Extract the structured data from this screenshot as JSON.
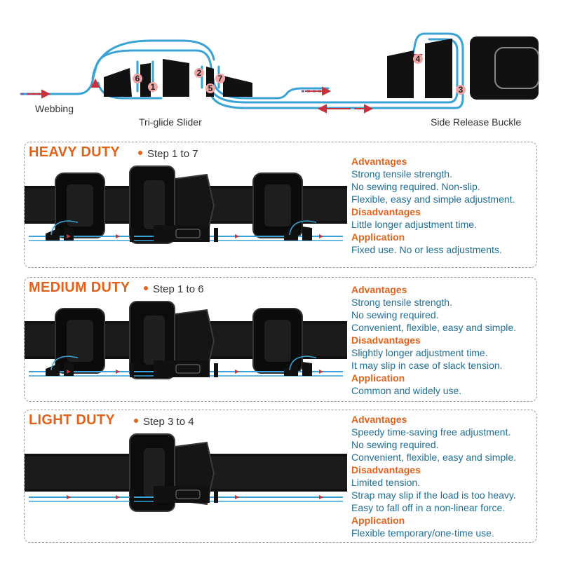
{
  "colors": {
    "accent": "#e2621c",
    "text_blue": "#1f6f96",
    "strap_blue": "#3aa3d6",
    "arrow_red": "#c8323c",
    "black": "#111111"
  },
  "diagram": {
    "labels": {
      "webbing": "Webbing",
      "slider": "Tri-glide Slider",
      "buckle": "Side Release Buckle"
    },
    "steps": [
      "1",
      "2",
      "3",
      "4",
      "5",
      "6",
      "7"
    ]
  },
  "panels": [
    {
      "title": "HEAVY DUTY",
      "step": "Step 1 to 7",
      "advantages_heading": "Advantages",
      "advantages": [
        "Strong tensile strength.",
        "No sewing required. Non-slip.",
        "Flexible, easy and simple adjustment."
      ],
      "disadvantages_heading": "Disadvantages",
      "disadvantages": [
        "Little longer adjustment time."
      ],
      "application_heading": "Application",
      "application": [
        "Fixed use. No or less adjustments."
      ]
    },
    {
      "title": "MEDIUM DUTY",
      "step": "Step 1 to 6",
      "advantages_heading": "Advantages",
      "advantages": [
        "Strong tensile strength.",
        "No sewing required.",
        "Convenient, flexible, easy and simple."
      ],
      "disadvantages_heading": "Disadvantages",
      "disadvantages": [
        "Slightly longer adjustment time.",
        "It may slip in case of slack tension."
      ],
      "application_heading": "Application",
      "application": [
        "Common and widely use."
      ]
    },
    {
      "title": "LIGHT DUTY",
      "step": "Step 3 to 4",
      "advantages_heading": "Advantages",
      "advantages": [
        "Speedy time-saving free adjustment.",
        "No sewing required.",
        "Convenient, flexible, easy and simple."
      ],
      "disadvantages_heading": "Disadvantages",
      "disadvantages": [
        "Limited tension.",
        "Strap may slip if the load is too heavy.",
        "Easy to fall off in a non-linear force."
      ],
      "application_heading": "Application",
      "application": [
        "Flexible temporary/one-time use."
      ]
    }
  ]
}
